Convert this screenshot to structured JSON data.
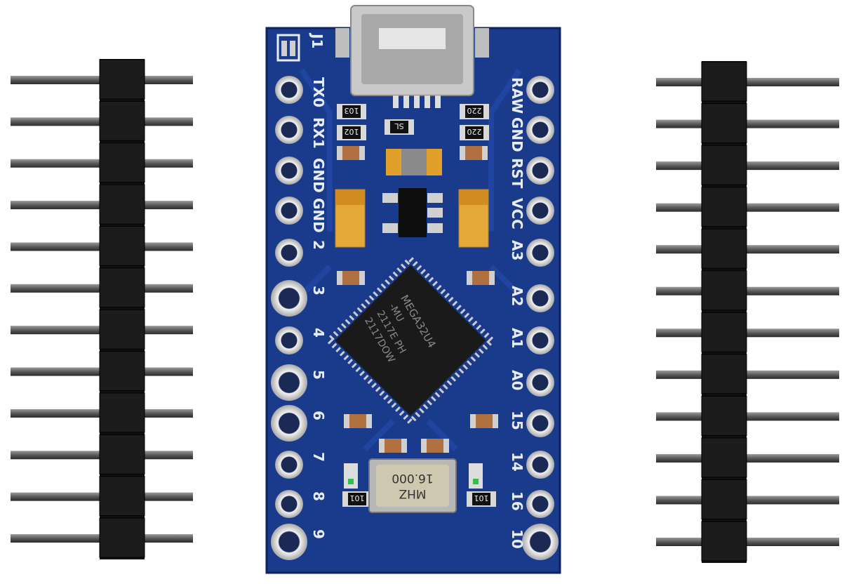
{
  "board": {
    "connector_label": "J1",
    "left_pins": [
      "TX0",
      "RX1",
      "GND",
      "GND",
      "2",
      "3",
      "4",
      "5",
      "6",
      "7",
      "8",
      "9"
    ],
    "right_pins": [
      "RAW",
      "GND",
      "RST",
      "VCC",
      "A3",
      "A2",
      "A1",
      "A0",
      "15",
      "14",
      "16",
      "10"
    ],
    "mcu": {
      "line1": "MEGA32U4",
      "line2": "-MU",
      "line3": "2117E  PH",
      "line4": "2117DOW"
    },
    "crystal": {
      "line1": "MHZ",
      "line2": "16.000"
    },
    "resistors": [
      "103",
      "102",
      "220",
      "220",
      "SL",
      "101",
      "101"
    ],
    "colors": {
      "pcb": "#1a3a8c",
      "pad": "#d8d8d8",
      "header": "#111111",
      "tantalum": "#e5a93a"
    }
  },
  "headers": {
    "pin_count": 12
  }
}
